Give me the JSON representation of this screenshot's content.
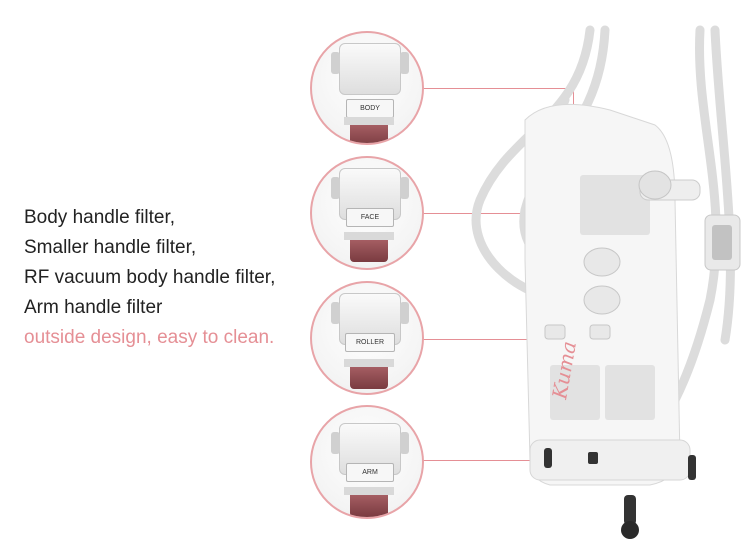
{
  "description": {
    "lines": [
      "Body handle filter,",
      "Smaller handle filter,",
      "RF vacuum body handle filter,",
      "Arm handle filter"
    ],
    "highlight": "outside design, easy to clean.",
    "highlight_color": "#e58f95",
    "text_color": "#222222"
  },
  "handles": [
    {
      "label": "BODY"
    },
    {
      "label": "FACE"
    },
    {
      "label": "ROLLER"
    },
    {
      "label": "ARM"
    }
  ],
  "machine": {
    "brand_script": "Kuma",
    "icons": [
      "machine-icon",
      "wheel-icon"
    ]
  },
  "colors": {
    "accent": "#e58f95",
    "circle_border": "#e8a4a8"
  }
}
